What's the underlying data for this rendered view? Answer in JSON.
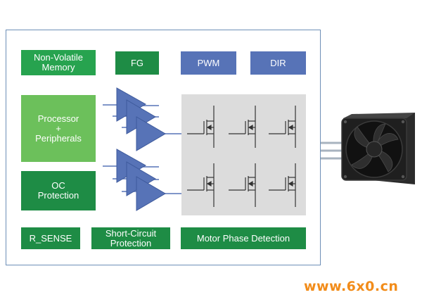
{
  "blocks": {
    "non_volatile_memory": "Non-Volatile\nMemory",
    "fg": "FG",
    "pwm": "PWM",
    "dir": "DIR",
    "processor": "Processor\n+\nPeripherals",
    "oc_protection": "OC\nProtection",
    "r_sense": "R_SENSE",
    "short_circuit": "Short-Circuit\nProtection",
    "motor_phase": "Motor Phase Detection"
  },
  "watermark": "www.6x0.cn",
  "colors": {
    "green_dark": "#1e8c45",
    "green_mid": "#27a34f",
    "green_light": "#6cc05b",
    "blue": "#5773b7",
    "bridge_gray": "#dcdcdc",
    "frame_border": "#6d8fb7",
    "watermark": "#f28c1a"
  },
  "icons": {
    "gate_drivers": "triangle-amplifier-icon",
    "mosfets": "mosfet-transistor-icon",
    "fan": "cooling-fan-icon"
  }
}
